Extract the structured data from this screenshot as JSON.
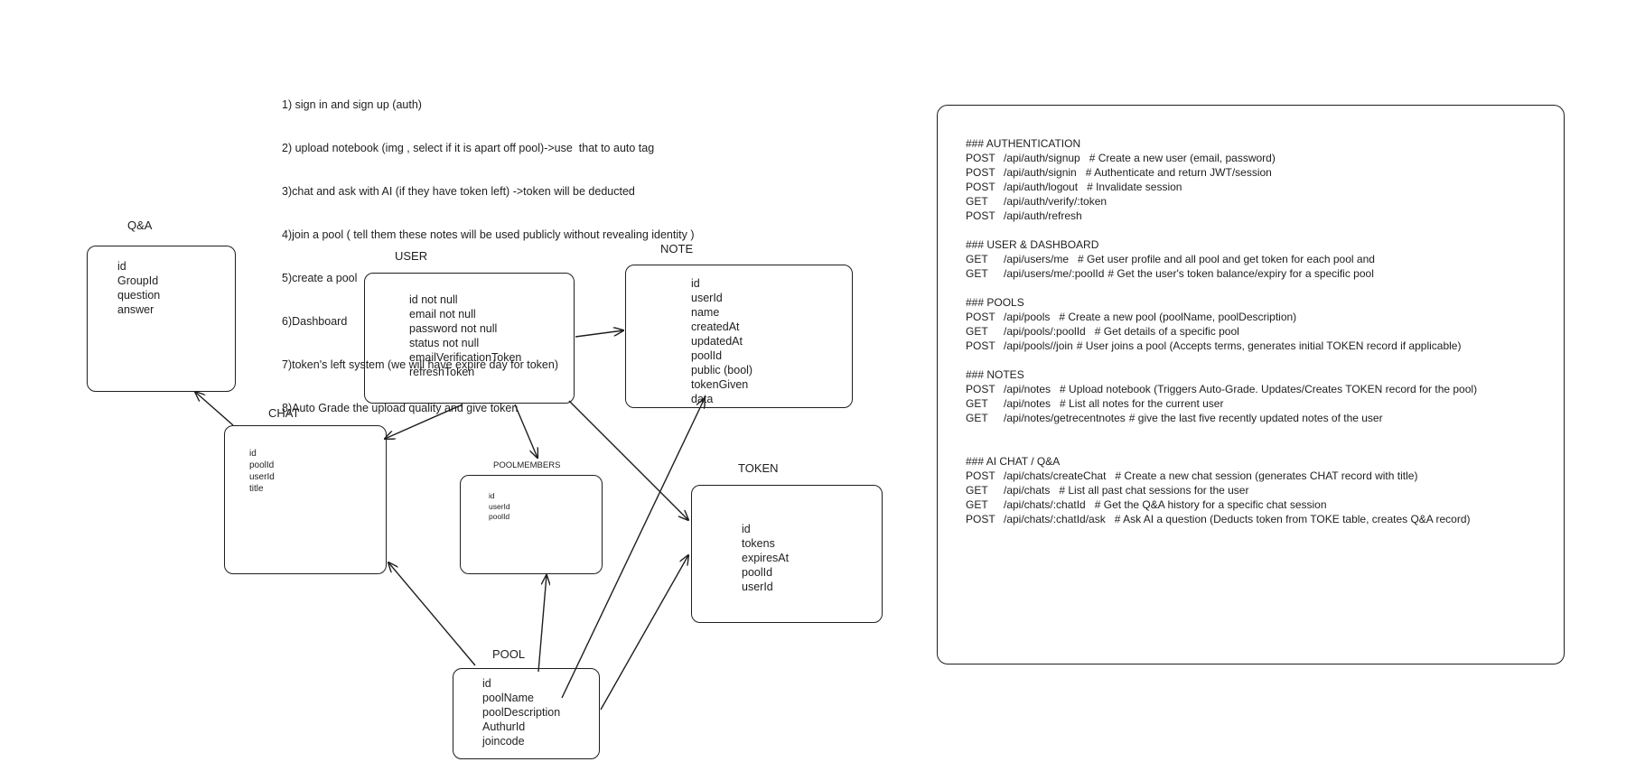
{
  "requirements": [
    "1) sign in and sign up (auth)",
    "2) upload notebook (img , select if it is apart off pool)->use  that to auto tag",
    "3)chat and ask with AI (if they have token left) ->token will be deducted",
    "4)join a pool ( tell them these notes will be used publicly without revealing identity )",
    "5)create a pool",
    "6)Dashboard",
    "7)token's left system (we will have expire day for token)",
    "8)Auto Grade the upload quality and give token"
  ],
  "entities": {
    "qa": {
      "title": "Q&A",
      "fields": [
        "id",
        "GroupId",
        "question",
        "answer"
      ]
    },
    "user": {
      "title": "USER",
      "fields": [
        "id not null",
        "email not null",
        "password not null",
        "status not null",
        "emailVerificationToken",
        "refreshToken"
      ]
    },
    "note": {
      "title": "NOTE",
      "fields": [
        "id",
        "userId",
        "name",
        "createdAt",
        "updatedAt",
        "poolId",
        "public (bool)",
        "tokenGiven",
        "data"
      ]
    },
    "chat": {
      "title": "CHAT",
      "fields": [
        "id",
        "poolId",
        "userId",
        "title"
      ]
    },
    "poolmembers": {
      "title": "POOLMEMBERS",
      "fields": [
        "id",
        "userId",
        "poolId"
      ]
    },
    "token": {
      "title": "TOKEN",
      "fields": [
        "id",
        "tokens",
        "expiresAt",
        "poolId",
        "userId"
      ]
    },
    "pool": {
      "title": "POOL",
      "fields": [
        "id",
        "poolName",
        "poolDescription",
        "AuthurId",
        "joincode"
      ]
    }
  },
  "api": {
    "sections": [
      {
        "heading": "### AUTHENTICATION",
        "routes": [
          {
            "method": "POST",
            "path": "/api/auth/signup",
            "comment": "# Create a new user (email, password)"
          },
          {
            "method": "POST",
            "path": "/api/auth/signin",
            "comment": "# Authenticate and return JWT/session"
          },
          {
            "method": "POST",
            "path": "/api/auth/logout",
            "comment": "# Invalidate session"
          },
          {
            "method": "GET",
            "path": "/api/auth/verify/:token",
            "comment": ""
          },
          {
            "method": "POST",
            "path": "/api/auth/refresh",
            "comment": ""
          }
        ]
      },
      {
        "heading": "### USER & DASHBOARD",
        "routes": [
          {
            "method": "GET",
            "path": "/api/users/me",
            "comment": "# Get user profile and all pool and get token for each pool and"
          },
          {
            "method": "GET",
            "path": "/api/users/me/:poolId",
            "comment": "# Get the user's token balance/expiry for a specific pool"
          }
        ]
      },
      {
        "heading": "### POOLS",
        "routes": [
          {
            "method": "POST",
            "path": "/api/pools",
            "comment": "# Create a new pool (poolName, poolDescription)"
          },
          {
            "method": "GET",
            "path": "/api/pools/:poolId",
            "comment": "# Get details of a specific pool"
          },
          {
            "method": "POST",
            "path": "/api/pools//join",
            "comment": "# User joins a pool (Accepts terms, generates initial TOKEN record if applicable)"
          }
        ]
      },
      {
        "heading": "### NOTES",
        "routes": [
          {
            "method": "POST",
            "path": "/api/notes",
            "comment": "# Upload notebook (Triggers Auto-Grade. Updates/Creates TOKEN record for the pool)"
          },
          {
            "method": "GET",
            "path": "/api/notes",
            "comment": "# List all notes for the current user"
          },
          {
            "method": "GET",
            "path": "/api/notes/getrecentnotes",
            "comment": "# give the last five recently updated notes of the user"
          }
        ]
      },
      {
        "heading": "### AI CHAT / Q&A",
        "routes": [
          {
            "method": "POST",
            "path": "/api/chats/createChat",
            "comment": "# Create a new chat session (generates CHAT record with title)"
          },
          {
            "method": "GET",
            "path": "/api/chats",
            "comment": "# List all past chat sessions for the user"
          },
          {
            "method": "GET",
            "path": "/api/chats/:chatId",
            "comment": "# Get the Q&A history for a specific chat session"
          },
          {
            "method": "POST",
            "path": "/api/chats/:chatId/ask",
            "comment": "# Ask AI a question (Deducts token from TOKE table, creates Q&A record)"
          }
        ]
      }
    ]
  }
}
